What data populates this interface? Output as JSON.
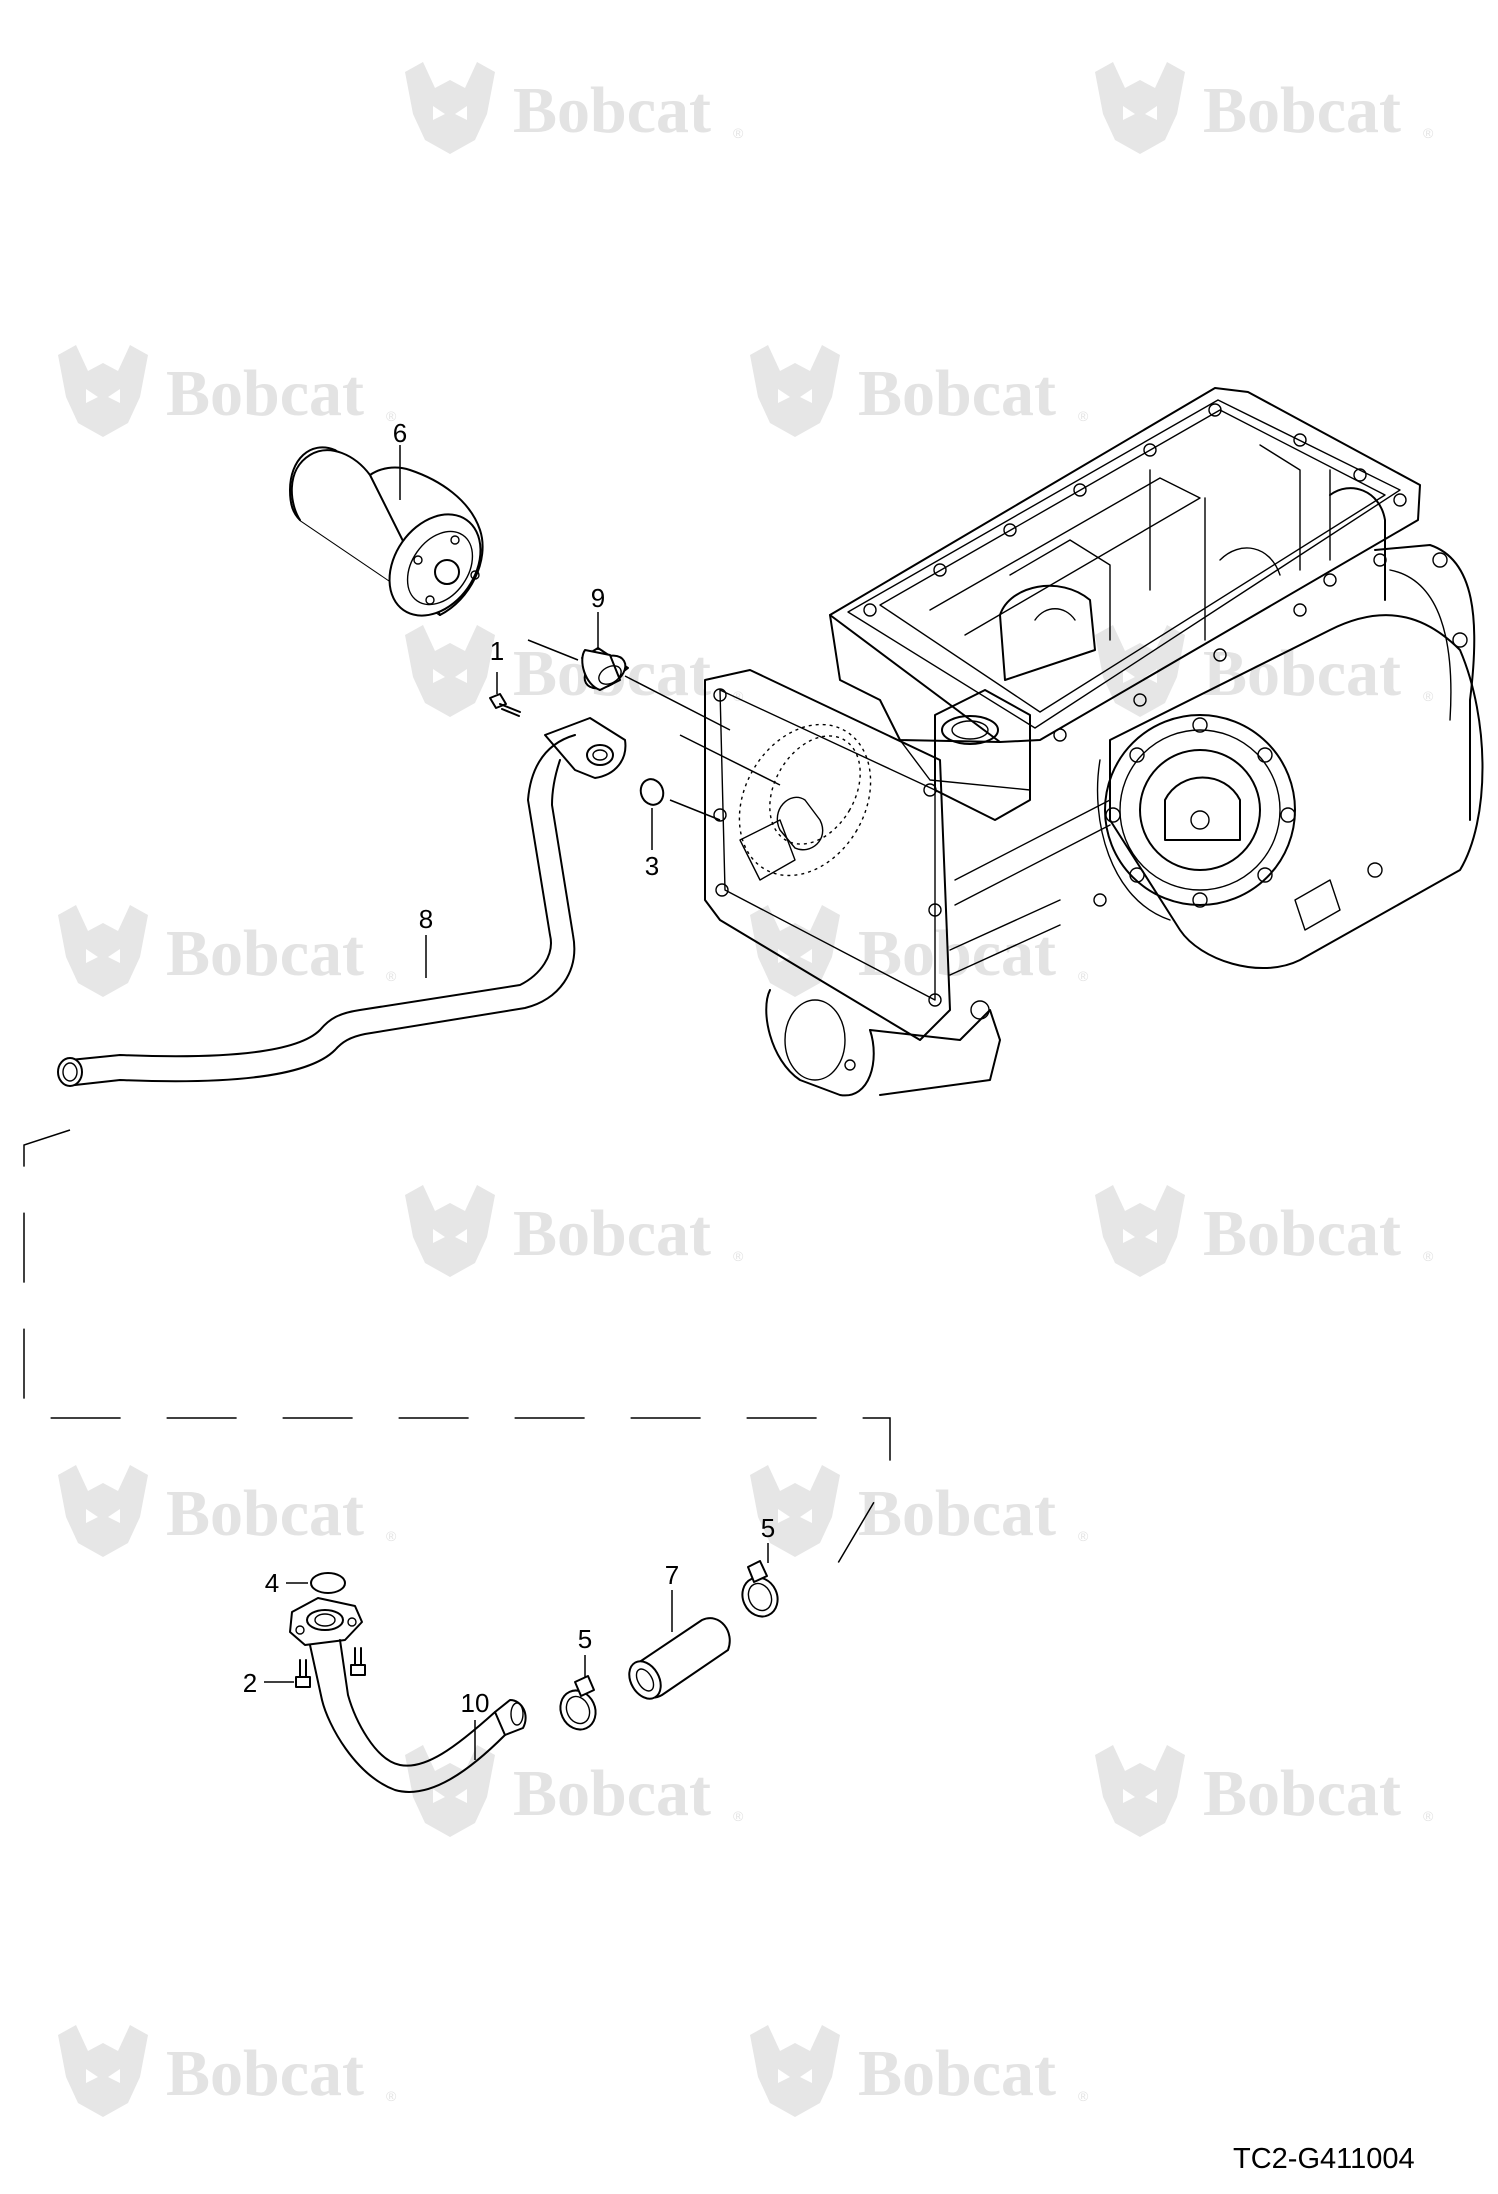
{
  "watermark": {
    "brand_text": "Bobcat",
    "registered_mark": "®",
    "color": "#e3e3e3"
  },
  "figure_id": "TC2-G411004",
  "callouts": {
    "c1": "1",
    "c2": "2",
    "c3": "3",
    "c4": "4",
    "c5a": "5",
    "c5b": "5",
    "c6": "6",
    "c7": "7",
    "c8": "8",
    "c9": "9",
    "c10": "10"
  }
}
